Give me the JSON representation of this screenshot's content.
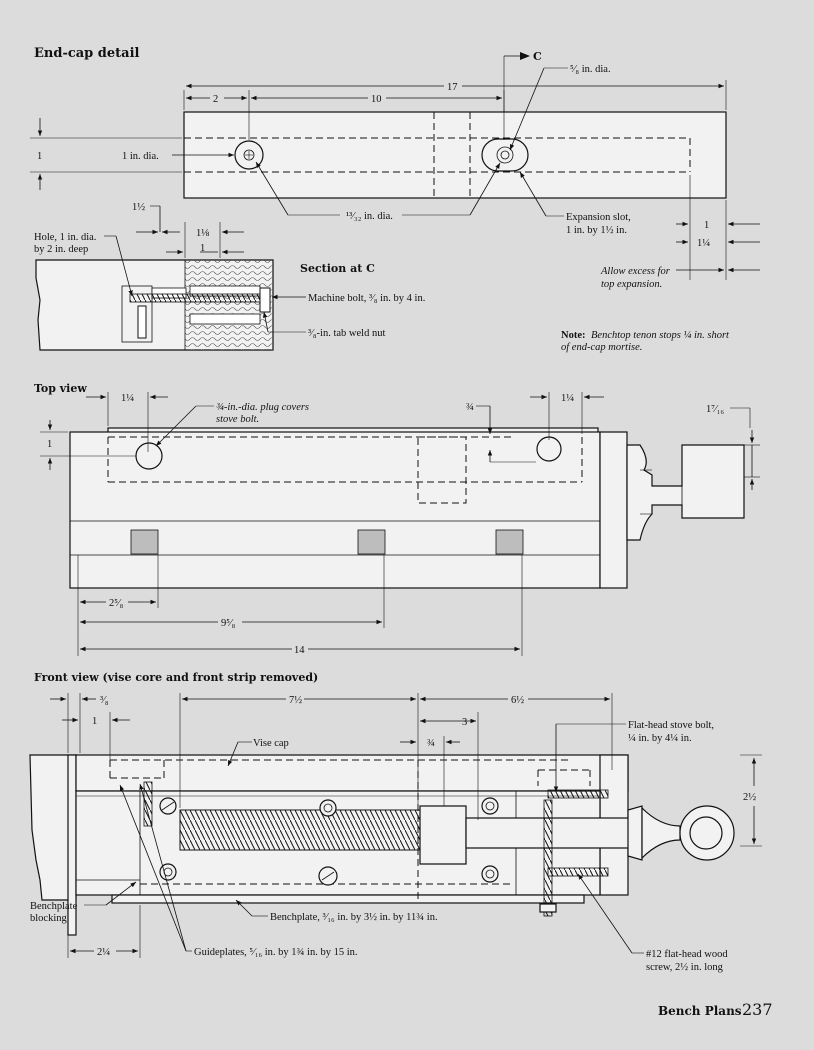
{
  "end_cap": {
    "title": "End-cap detail",
    "section_mark": "C",
    "dims": {
      "d2": "2",
      "d10": "10",
      "d17": "17",
      "d1": "1"
    },
    "labels": {
      "one_in_dia": "1 in. dia.",
      "five_eighths_dia": "⁵⁄₈ in. dia.",
      "thirteen_32_dia": "¹³⁄₃₂ in. dia.",
      "expansion_slot_1": "Expansion slot,",
      "expansion_slot_2": "1 in. by 1½ in.",
      "hole_1": "Hole, 1 in. dia.",
      "hole_2": "by 2 in. deep",
      "d1_5": "1½",
      "d1_125": "1⅛",
      "d1b": "1",
      "section_at_c": "Section at C",
      "machine_bolt": "Machine bolt, ³⁄₈ in. by 4 in.",
      "tab_weld_nut": "³⁄₈-in. tab weld nut",
      "r1": "1",
      "r1_25": "1¼",
      "allow_1": "Allow excess for",
      "allow_2": "top expansion.",
      "note_label": "Note:",
      "note_1": "Benchtop tenon stops ¼ in. short",
      "note_2": "of end-cap mortise."
    }
  },
  "top_view": {
    "title": "Top view",
    "labels": {
      "d1_25_left": "1¼",
      "plug_1": "¾-in.-dia. plug covers",
      "plug_2": "stove bolt.",
      "d3_4": "¾",
      "d1_25_right": "1¼",
      "d1_7_16": "1⁷⁄₁₆",
      "d1": "1",
      "d2_5_8": "2⁵⁄₈",
      "d9_5_8": "9⁵⁄₈",
      "d14": "14"
    }
  },
  "front_view": {
    "title": "Front view (vise core and front strip removed)",
    "labels": {
      "d3_8": "³⁄₈",
      "d7_5": "7½",
      "d6_5": "6½",
      "d1": "1",
      "d3": "3",
      "flat_head_1": "Flat-head stove bolt,",
      "flat_head_2": "¼ in. by 4¼ in.",
      "vise_cap": "Vise cap",
      "d3_4": "¾",
      "d2_5": "2½",
      "benchplate_blocking_1": "Benchplate",
      "benchplate_blocking_2": "blocking",
      "benchplate": "Benchplate, ³⁄₁₆ in. by 3½ in. by 11¾ in.",
      "d2_25": "2¼",
      "guideplates": "Guideplates, ⁵⁄₁₆ in. by 1¾ in. by 15 in.",
      "screw_1": "#12 flat-head wood",
      "screw_2": "screw, 2½ in. long"
    }
  },
  "footer": {
    "book": "Bench Plans",
    "page": "237"
  }
}
